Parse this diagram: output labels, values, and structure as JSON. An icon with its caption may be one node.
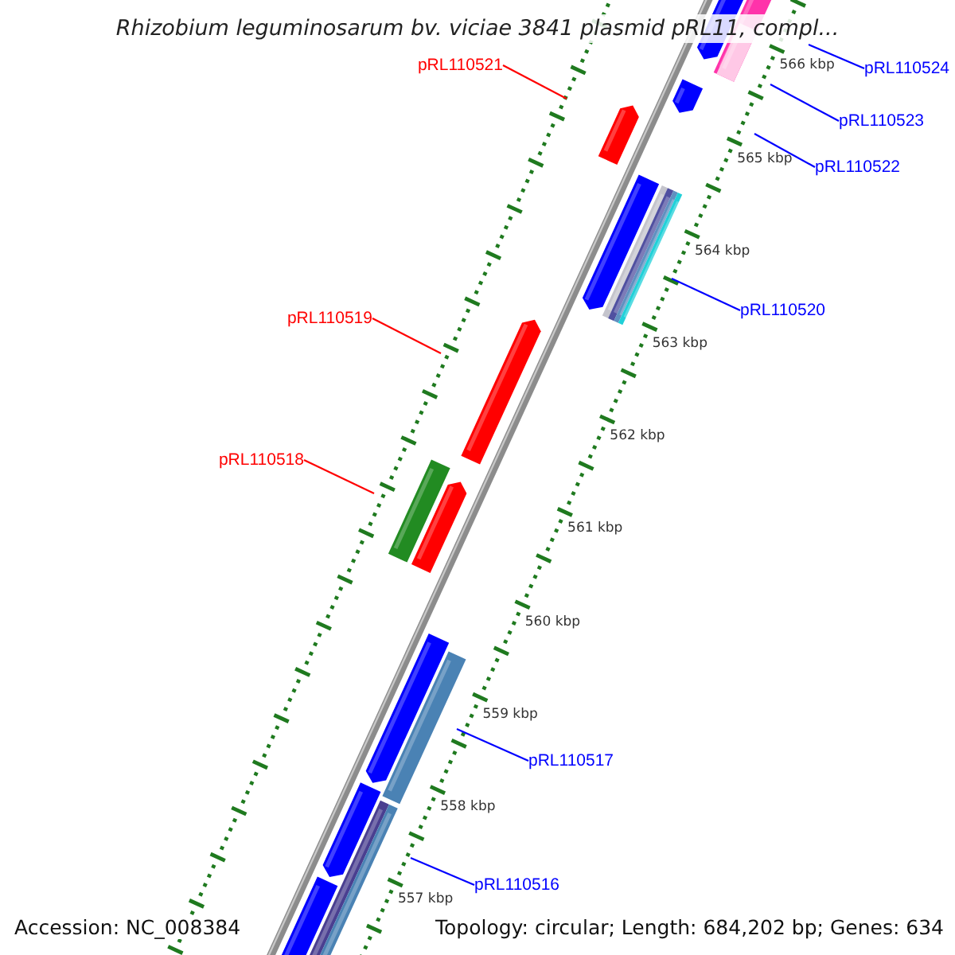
{
  "diagram": {
    "title": "Rhizobium leguminosarum bv. viciae 3841 plasmid pRL11, compl...",
    "nodes": [
      {
        "text": [
          "pRL110521"
        ]
      },
      {
        "text": [
          "pRL110524"
        ]
      },
      {
        "text": [
          "pRL110523"
        ]
      },
      {
        "text": [
          "pRL110522"
        ]
      },
      {
        "text": [
          "pRL110520"
        ]
      },
      {
        "text": [
          "pRL110519"
        ]
      },
      {
        "text": [
          "pRL110518"
        ]
      },
      {
        "text": [
          "pRL110517"
        ]
      },
      {
        "text": [
          "pRL110516"
        ]
      }
    ],
    "edges": [
      {
        "from": 0,
        "to": null,
        "arrow": "none",
        "color": "#ff0000"
      },
      {
        "from": 1,
        "to": null,
        "arrow": "none"
      },
      {
        "from": 2,
        "to": null,
        "arrow": "none"
      },
      {
        "from": 3,
        "to": null,
        "arrow": "none"
      },
      {
        "from": 4,
        "to": null,
        "arrow": "none"
      },
      {
        "from": 5,
        "to": null,
        "arrow": "none",
        "color": "#ff0000"
      },
      {
        "from": 6,
        "to": null,
        "arrow": "none",
        "color": "#ff0000"
      },
      {
        "from": 7,
        "to": null,
        "arrow": "none"
      },
      {
        "from": 8,
        "to": null,
        "arrow": "none"
      }
    ],
    "labels": [
      "566 kbp",
      "565 kbp",
      "564 kbp",
      "563 kbp",
      "562 kbp",
      "561 kbp",
      "560 kbp",
      "559 kbp",
      "558 kbp",
      "557 kbp",
      "Accession: NC_008384",
      "Topology: circular; Length: 684,202 bp; Genes: 634"
    ]
  }
}
